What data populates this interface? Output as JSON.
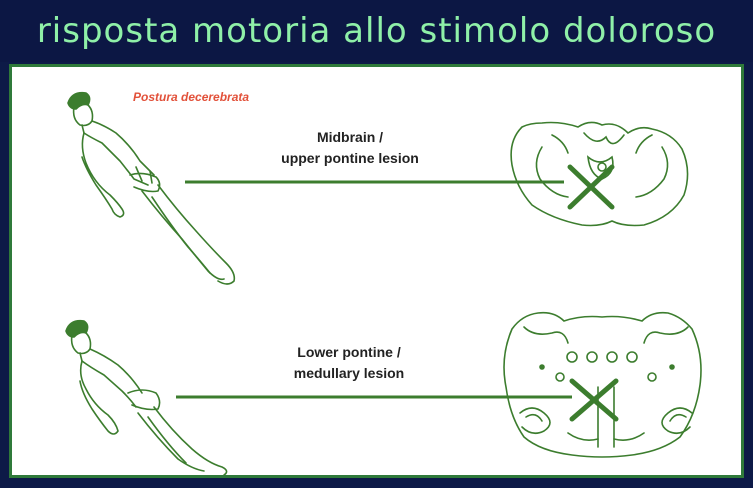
{
  "header": {
    "title": "risposta motoria allo stimolo doloroso"
  },
  "panel": {
    "posture_label": "Postura decerebrata",
    "lesions": [
      {
        "line1": "Midbrain /",
        "line2": "upper pontine lesion"
      },
      {
        "line1": "Lower pontine /",
        "line2": "medullary lesion"
      }
    ]
  },
  "colors": {
    "header_bg": "#0c1744",
    "title": "#8ff0a8",
    "frame": "#2f7a3a",
    "drawing": "#3c7d2e",
    "posture_label": "#e2513a"
  }
}
